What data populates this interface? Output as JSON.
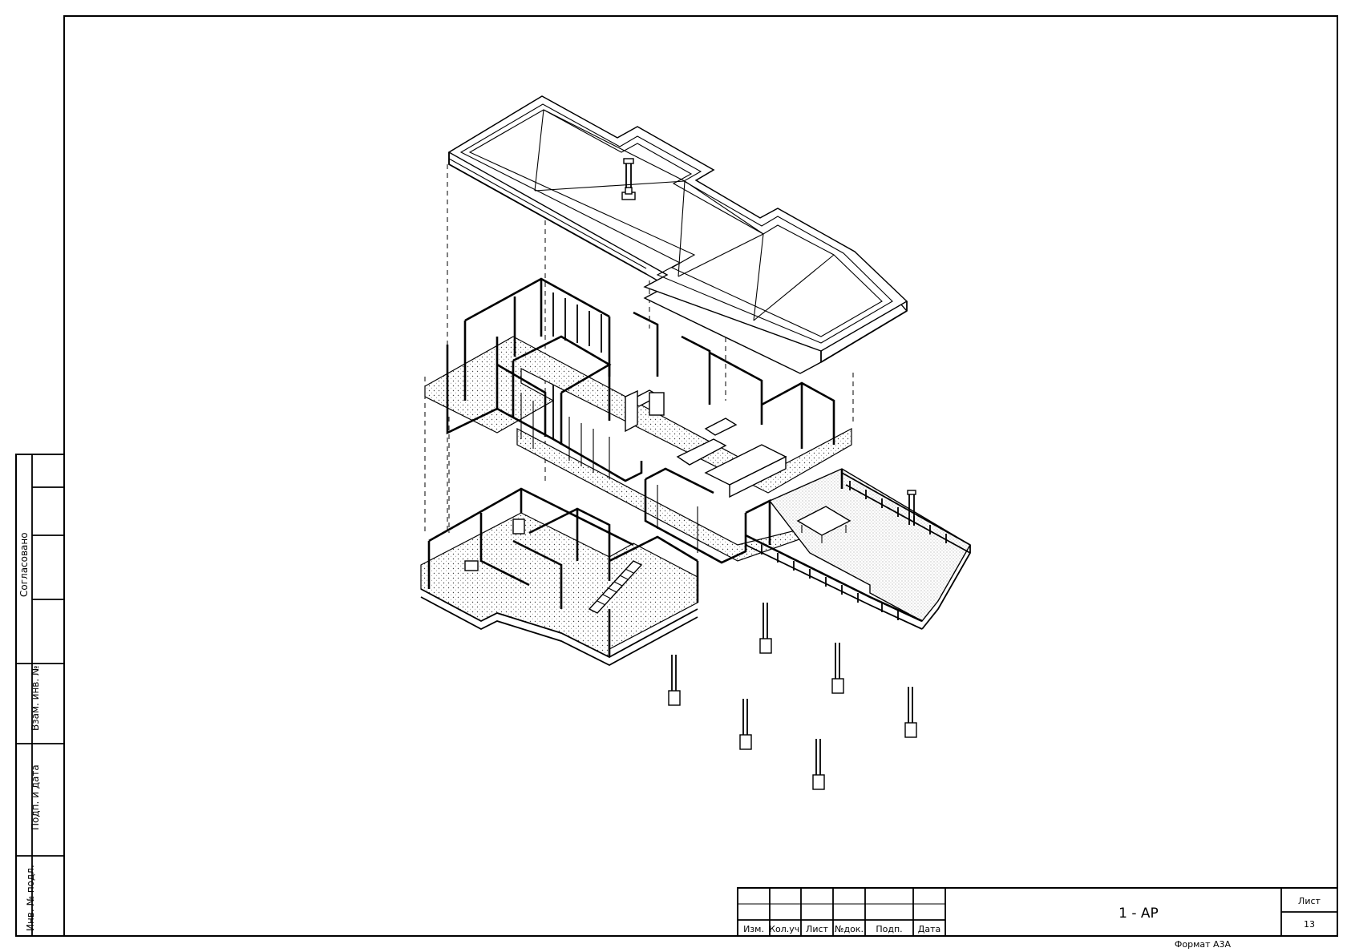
{
  "side_stamp": {
    "approved": "Согласовано",
    "ref_no": "Взам. инв. №",
    "sign_date": "Подп. и дата",
    "inv_no": "Инв. № подл."
  },
  "title_block": {
    "headers": [
      "Изм.",
      "Кол.уч.",
      "Лист",
      "№док.",
      "Подп.",
      "Дата"
    ],
    "code": "1 - АР",
    "sheet_label": "Лист",
    "sheet_number": "13",
    "format": "Формат А3А"
  }
}
